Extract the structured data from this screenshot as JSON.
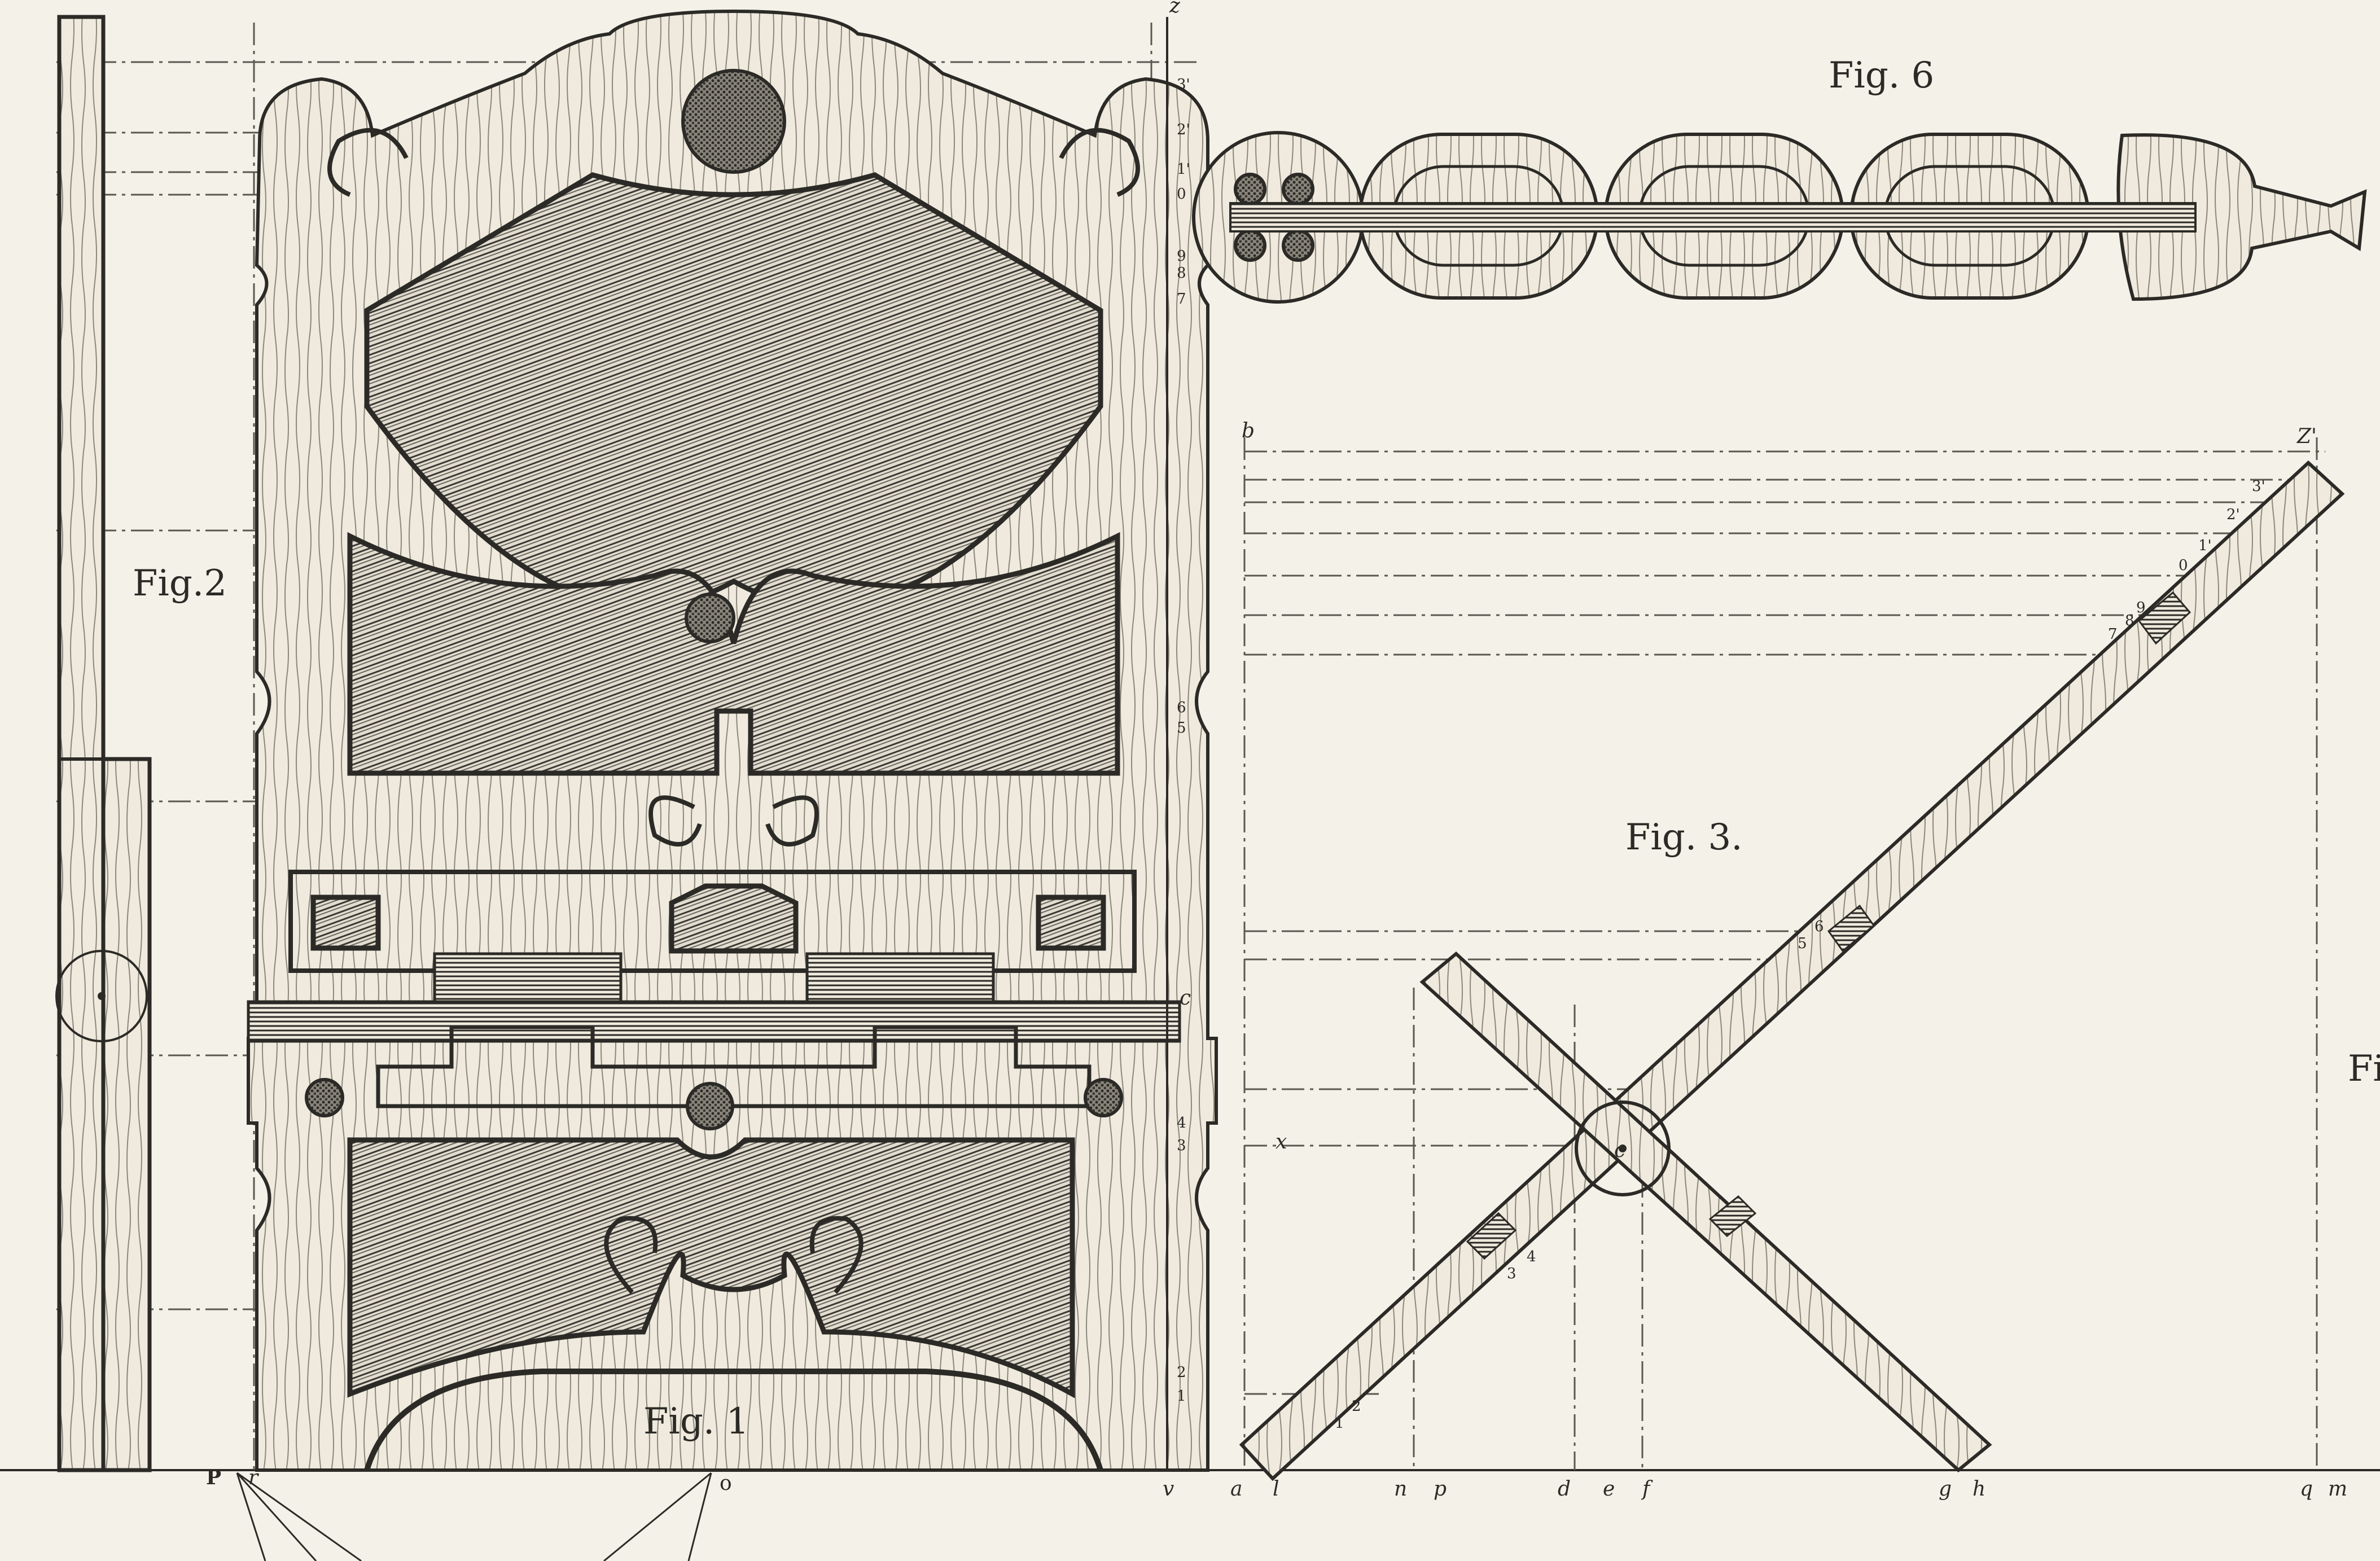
{
  "figures": {
    "fig1": "Fig. 1",
    "fig2": "Fig.2",
    "fig3": "Fig. 3.",
    "fig6": "Fig. 6",
    "fig_partial": "Fi"
  },
  "fig1_height_marks": [
    "3'",
    "2'",
    "1'",
    "0",
    "9",
    "8",
    "7",
    "6",
    "5",
    "4",
    "3",
    "2",
    "1"
  ],
  "fig1_side_letters": {
    "top": "z",
    "mid": "c"
  },
  "fig3_marks": {
    "corner_b": "b",
    "corner_z": "Z'",
    "center": "c",
    "left_x": "x",
    "upper_arm": [
      "3'",
      "2'",
      "1'",
      "0",
      "9",
      "8",
      "7"
    ],
    "mid_arm": [
      "5",
      "6"
    ],
    "lower_arm": [
      "3",
      "4"
    ],
    "foot_arm": [
      "1",
      "2"
    ]
  },
  "baseline_letters": [
    "P",
    "r",
    "o",
    "v",
    "a",
    "l",
    "n",
    "p",
    "d",
    "e",
    "f",
    "g",
    "h",
    "q",
    "m"
  ],
  "colors": {
    "ink": "#2b2a26",
    "paper": "#f4f1e8",
    "wood": "#efeadd"
  }
}
